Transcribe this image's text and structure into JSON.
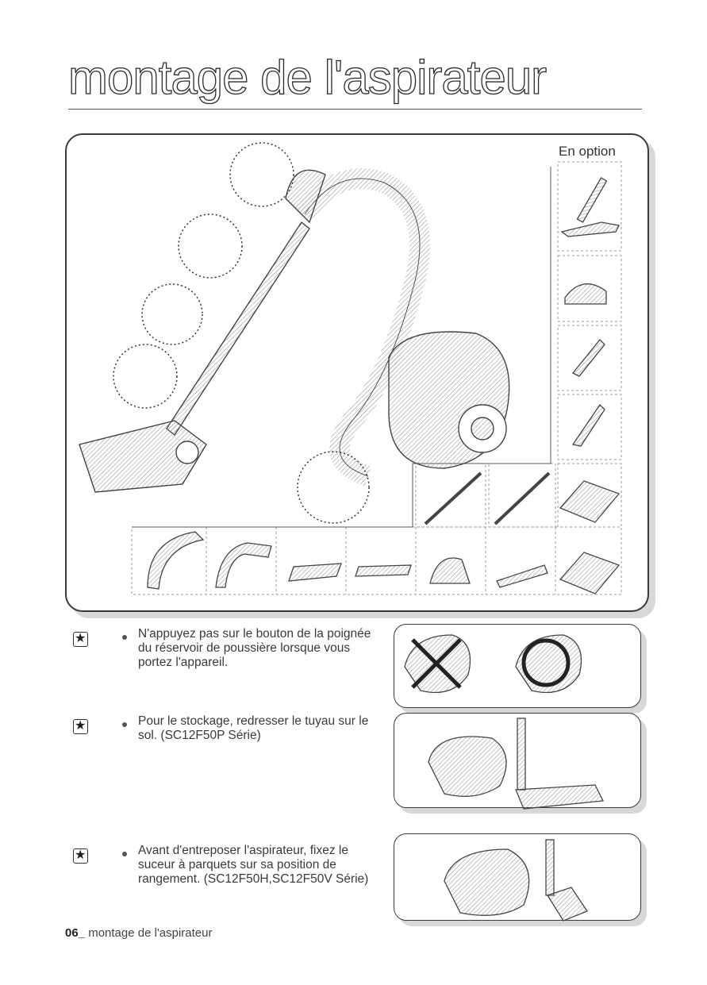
{
  "header": {
    "title": "montage de l'aspirateur"
  },
  "assembly": {
    "option_label": "En option"
  },
  "notes": [
    {
      "lines": [
        "N'appuyez pas sur le bouton de la poignée",
        "du réservoir de poussière lorsque vous",
        "portez l'appareil."
      ]
    },
    {
      "lines": [
        "Pour le stockage, redresser le tuyau sur le",
        "sol. (SC12F50P Série)"
      ]
    },
    {
      "lines": [
        "Avant d'entreposer l'aspirateur, fixez le",
        "suceur à parquets sur sa position de",
        "rangement. (SC12F50H,SC12F50V Série)"
      ]
    }
  ],
  "footer": {
    "page_number": "06_",
    "section": " montage de l'aspirateur"
  }
}
